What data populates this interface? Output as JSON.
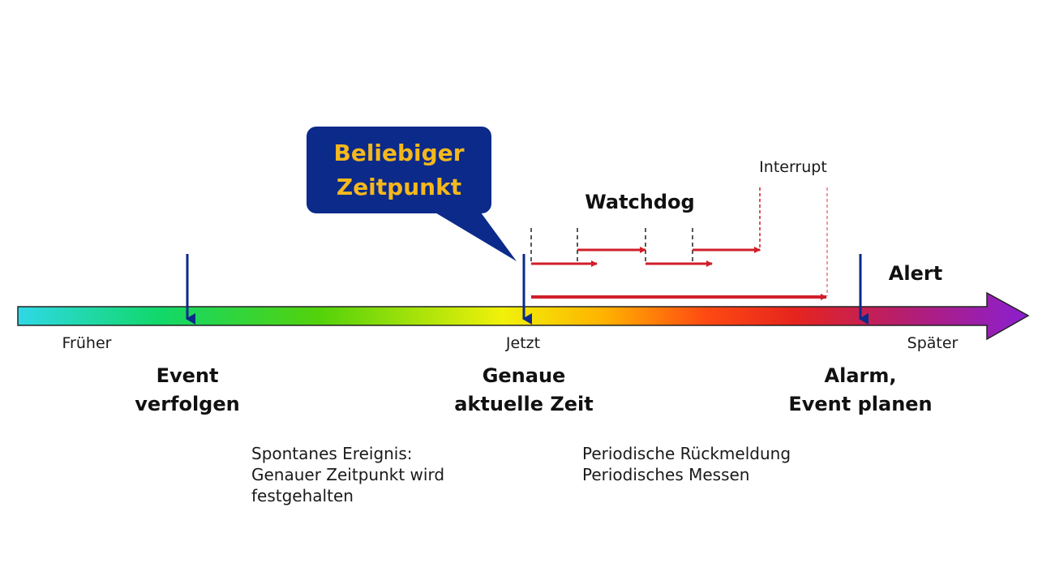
{
  "callout": {
    "line1": "Beliebiger",
    "line2": "Zeitpunkt",
    "bg_color": "#0b2a8a",
    "text_color": "#f5b81c"
  },
  "timeline": {
    "left_label": "Früher",
    "center_label": "Jetzt",
    "right_label": "Später",
    "gradient_colors": [
      "#2fd8e6",
      "#11d86a",
      "#54d20a",
      "#f1f10a",
      "#ffb200",
      "#ff4a12",
      "#e5241e",
      "#b81e6a",
      "#8a1fd2"
    ]
  },
  "markers": {
    "event_track": {
      "line1": "Event",
      "line2": "verfolgen"
    },
    "exact_time": {
      "line1": "Genaue",
      "line2": "aktuelle Zeit"
    },
    "alarm_plan": {
      "line1": "Alarm,",
      "line2": "Event planen"
    }
  },
  "annotations": {
    "watchdog": "Watchdog",
    "interrupt": "Interrupt",
    "alert": "Alert"
  },
  "descriptions": {
    "spontaneous": [
      "Spontanes Ereignis:",
      "Genauer Zeitpunkt wird",
      "festgehalten"
    ],
    "periodic": [
      "Periodische Rückmeldung",
      "Periodisches Messen"
    ]
  },
  "colors": {
    "marker_arrow": "#0b2a8a",
    "watchdog_arrow": "#d01f2a"
  }
}
